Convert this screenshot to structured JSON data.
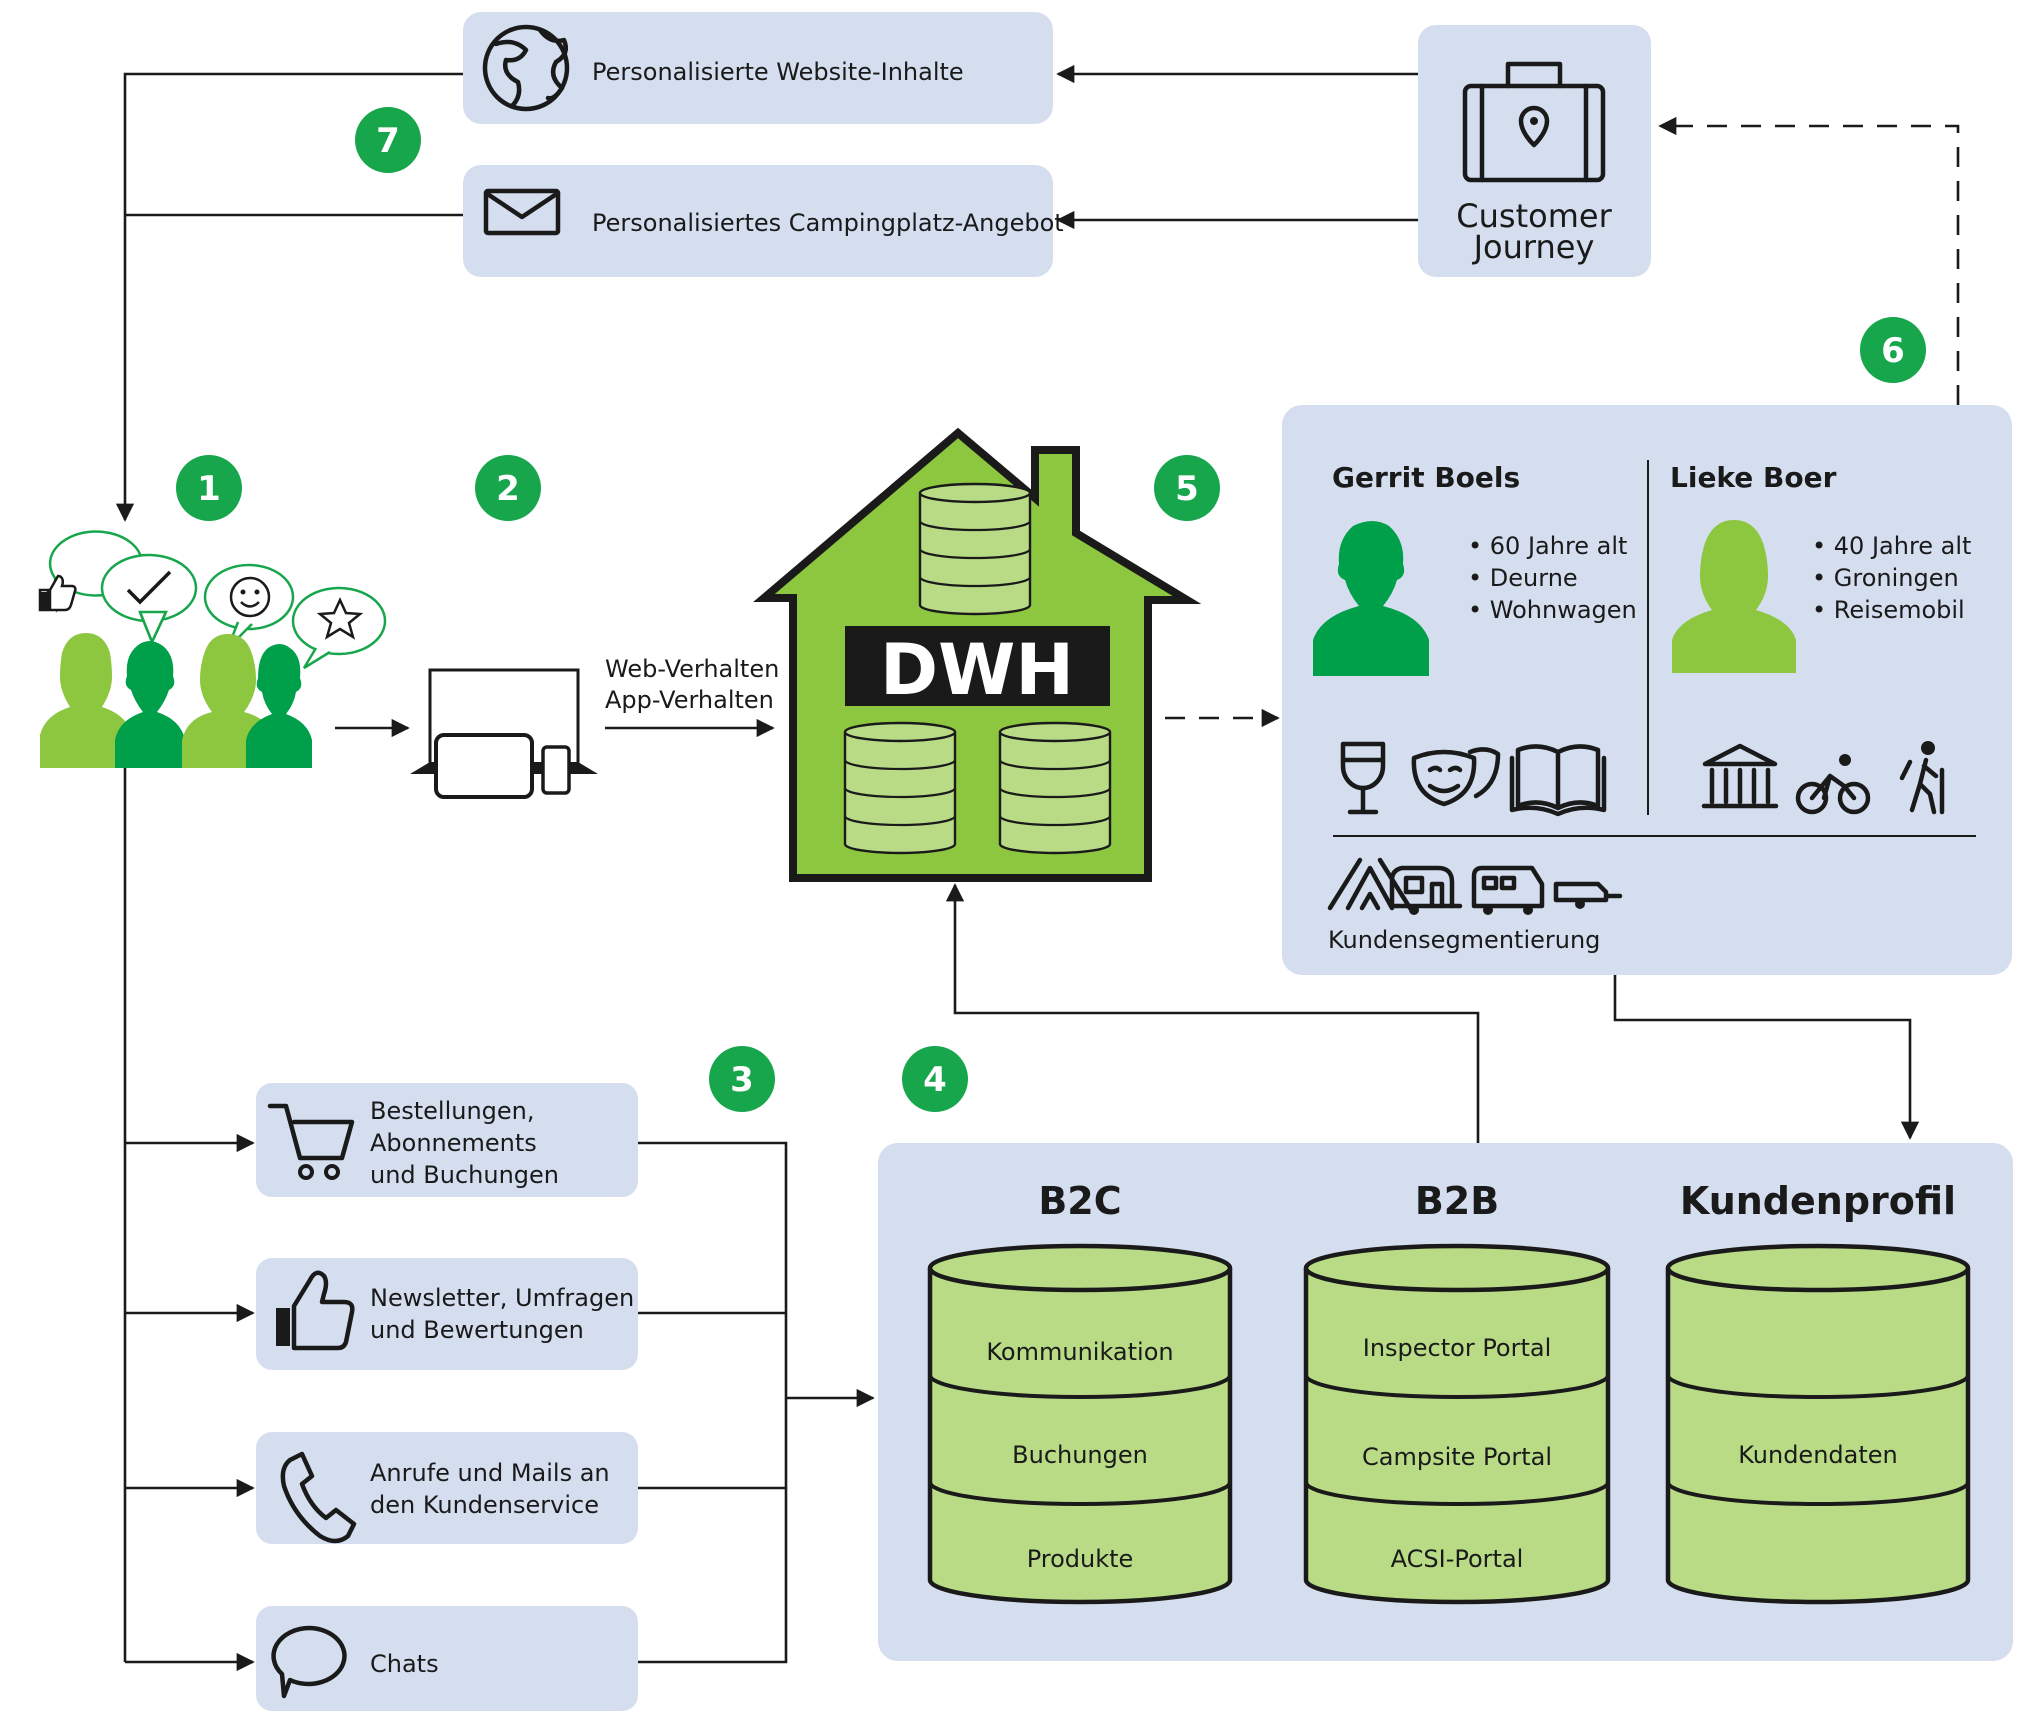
{
  "colors": {
    "panel": "#d5deef",
    "green_dark": "#00a04a",
    "green_light": "#8dc63f",
    "db_fill": "#b9db86",
    "badge": "#17a64c",
    "outline": "#1a1a1a"
  },
  "steps": [
    "1",
    "2",
    "3",
    "4",
    "5",
    "6",
    "7"
  ],
  "output_channels": [
    {
      "icon": "globe-icon",
      "label": "Personalisierte Website-Inhalte"
    },
    {
      "icon": "envelope-icon",
      "label": "Personalisiertes Campingplatz-Angebot"
    }
  ],
  "customer_journey": {
    "icon": "suitcase-location-icon",
    "line1": "Customer",
    "line2": "Journey"
  },
  "customers": {
    "bubble_icons": [
      "thumbs-up-icon",
      "checkmark-icon",
      "smiley-icon",
      "star-icon"
    ]
  },
  "devices": {
    "label_line1": "Web-Verhalten",
    "label_line2": "App-Verhalten"
  },
  "dwh": {
    "label": "DWH"
  },
  "personas": [
    {
      "name": "Gerrit Boels",
      "facts": [
        "• 60 Jahre alt",
        "• Deurne",
        "• Wohnwagen"
      ],
      "interest_icons": [
        "wine-glass-icon",
        "theater-masks-icon",
        "book-icon"
      ]
    },
    {
      "name": "Lieke Boer",
      "facts": [
        "• 40 Jahre alt",
        "• Groningen",
        "• Reisemobil"
      ],
      "interest_icons": [
        "museum-icon",
        "cyclist-icon",
        "hiker-icon"
      ]
    }
  ],
  "segmentation": {
    "label": "Kundensegmentierung",
    "icons": [
      "tent-icon",
      "caravan-icon",
      "motorhome-icon",
      "trailer-icon"
    ]
  },
  "touchpoints": [
    {
      "icon": "cart-icon",
      "lines": [
        "Bestellungen,",
        "Abonnements",
        "und Buchungen"
      ]
    },
    {
      "icon": "thumbs-up-icon",
      "lines": [
        "Newsletter, Umfragen",
        "und Bewertungen"
      ]
    },
    {
      "icon": "phone-icon",
      "lines": [
        "Anrufe und Mails an",
        "den Kundenservice"
      ]
    },
    {
      "icon": "chat-icon",
      "lines": [
        "Chats"
      ]
    }
  ],
  "databases": [
    {
      "title": "B2C",
      "segments": [
        "Kommunikation",
        "Buchungen",
        "Produkte"
      ]
    },
    {
      "title": "B2B",
      "segments": [
        "Inspector Portal",
        "Campsite Portal",
        "ACSI-Portal"
      ]
    },
    {
      "title": "Kundenprofil",
      "segments": [
        "Kundendaten"
      ]
    }
  ]
}
